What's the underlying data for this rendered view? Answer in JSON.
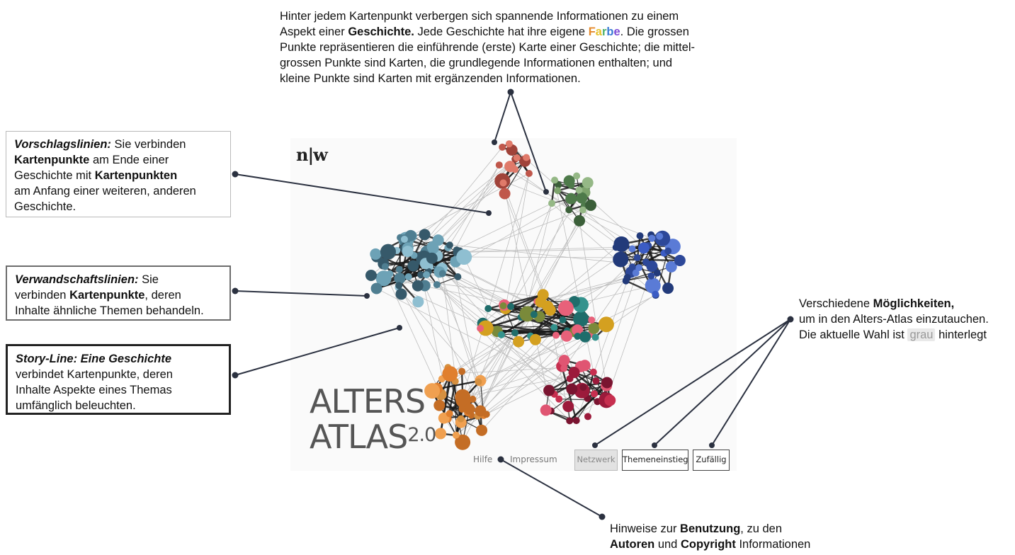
{
  "annotations": {
    "top": {
      "l1": "Hinter jedem Kartenpunkt verbergen sich spannende Informationen zu einem",
      "l2_a": "Aspekt einer ",
      "l2_b": "Geschichte.",
      "l2_c": " Jede Geschichte hat ihre eigene ",
      "farbe_letters": [
        "F",
        "a",
        "r",
        "b",
        "e"
      ],
      "farbe_colors": [
        "#e58a2b",
        "#e5c12b",
        "#4bb06a",
        "#3a7bd5",
        "#7b4ad5"
      ],
      "l2_d": ". Die grossen",
      "l3": "Punkte repräsentieren die einführende (erste) Karte einer Geschichte; die mittel-",
      "l4": "grossen Punkte sind Karten, die grundlegende Informationen enthalten; und",
      "l5": "kleine Punkte sind Karten mit ergänzenden Informationen."
    },
    "vorschlag": {
      "title": "Vorschlagslinien:",
      "t1": " Sie verbinden",
      "b1": "Kartenpunkte",
      "t2": " am Ende einer",
      "t3": "Geschichte mit ",
      "b2": "Kartenpunkten",
      "t4": "am Anfang einer weiteren, anderen",
      "t5": "Geschichte."
    },
    "verwandschaft": {
      "title": "Verwandschaftslinien:",
      "t1": " Sie",
      "t2": "verbinden ",
      "b1": "Kartenpunkte",
      "t3": ", deren",
      "t4": "Inhalte ähnliche Themen behandeln."
    },
    "storyline": {
      "title": "Story-Line: Eine Geschichte",
      "t1": "verbindet Kartenpunkte, deren",
      "t2": "Inhalte Aspekte eines Themas",
      "t3": "umfänglich beleuchten."
    },
    "modes": {
      "t1": "Verschiedene ",
      "b1": "Möglichkeiten,",
      "t2": "um in den Alters-Atlas einzutauchen.",
      "t3": "Die aktuelle Wahl ist ",
      "grau": "grau",
      "t4": " hinterlegt"
    },
    "help": {
      "t1": "Hinweise zur ",
      "b1": "Benutzung",
      "t2": ", zu den",
      "b2": "Autoren",
      "t3": " und ",
      "b3": "Copyright",
      "t4": " Informationen"
    }
  },
  "app": {
    "logo": "n|w",
    "title_line1": "ALTERS",
    "title_line2": "ATLAS",
    "version": "2.0",
    "links": {
      "hilfe": "Hilfe",
      "impressum": "Impressum"
    },
    "modes": [
      {
        "label": "Netzwerk",
        "active": true
      },
      {
        "label": "Themeneinstieg",
        "active": false
      },
      {
        "label": "Zufällig",
        "active": false
      }
    ]
  },
  "colors": {
    "line": "#2b3140",
    "story_link": "#1a1a1a",
    "similar_link": "#bdbdbd",
    "clusters": [
      "#c0574b",
      "#4e7a4a",
      "#223a7a",
      "#4f7e91",
      "#1f6d6b",
      "#e07f2e",
      "#9c1a3b"
    ]
  }
}
